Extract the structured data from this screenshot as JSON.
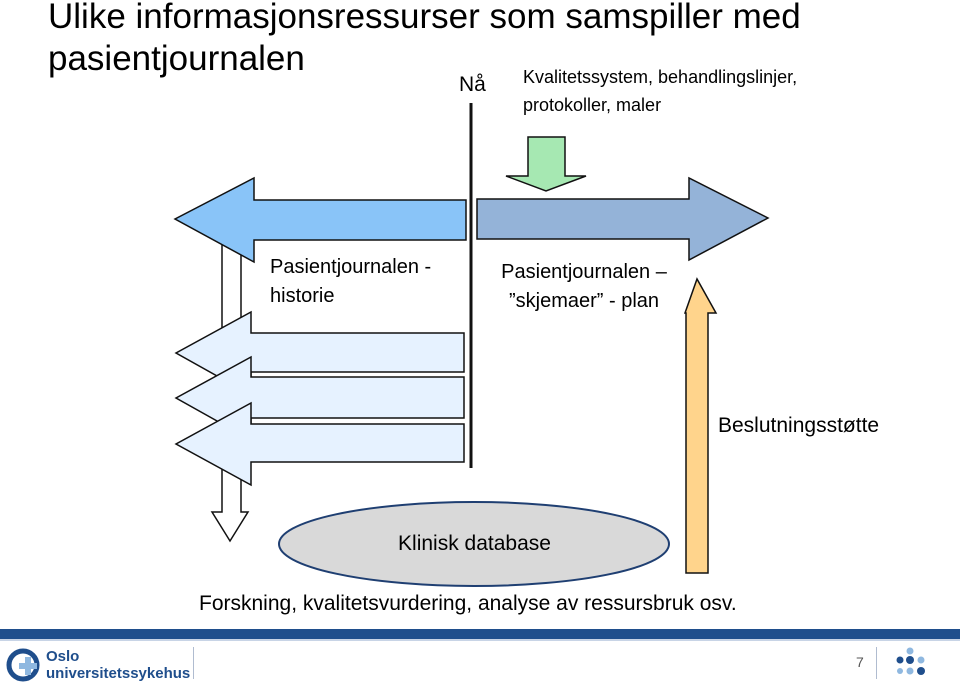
{
  "slide": {
    "title": "Ulike informasjonsressurser som samspiller med pasientjournalen",
    "page_number": "7"
  },
  "diagram": {
    "now_label": "Nå",
    "quality_system": {
      "line1": "Kvalitetssystem, behandlingslinjer,",
      "line2": "protokoller, maler"
    },
    "history": {
      "line1": "Pasientjournalen -",
      "line2": "historie"
    },
    "plan": {
      "line1": "Pasientjournalen –",
      "line2": "”skjemaer” - plan"
    },
    "decision_support": "Beslutningsstøtte",
    "clinical_database": "Klinisk database",
    "research": "Forskning, kvalitetsvurdering, analyse av ressursbruk osv."
  },
  "footer": {
    "logo_line1": "Oslo",
    "logo_line2": "universitetssykehus"
  },
  "colors": {
    "history_arrow": "#89c4f8",
    "plan_arrow": "#94b3d8",
    "pale_arrow": "#e6f2ff",
    "input_arrow": "#a6e8b2",
    "decision_arrow": "#ffd48c",
    "database_fill": "#d9d9d9",
    "brand_blue": "#1f4e8c"
  }
}
